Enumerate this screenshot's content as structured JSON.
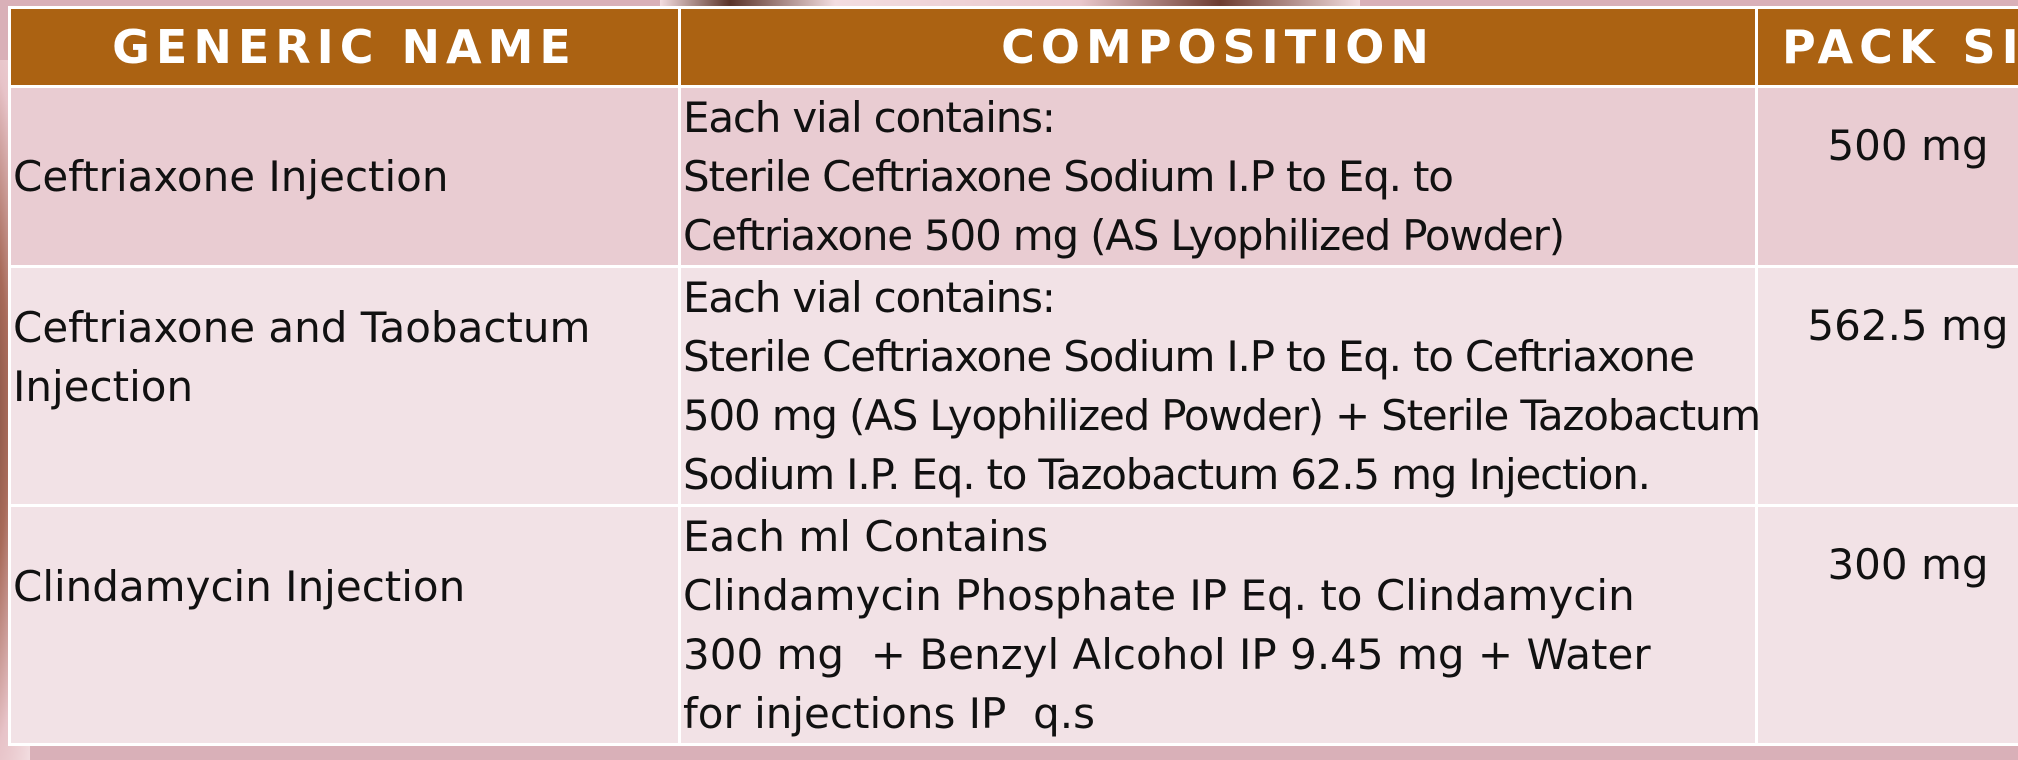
{
  "table": {
    "headers": {
      "generic_name": "GENERIC NAME",
      "composition": "COMPOSITION",
      "pack_size": "PACK SIZE"
    },
    "rows": [
      {
        "generic_name": "Ceftriaxone Injection",
        "composition": [
          "Each vial contains:",
          "Sterile Ceftriaxone Sodium I.P to Eq. to",
          "Ceftriaxone 500 mg (AS Lyophilized Powder)"
        ],
        "pack_size": "500 mg"
      },
      {
        "generic_name": "Ceftriaxone and Taobactum Injection",
        "composition": [
          "Each vial contains:",
          "Sterile Ceftriaxone Sodium I.P to Eq. to Ceftriaxone",
          "500 mg (AS Lyophilized Powder) + Sterile Tazobactum",
          "Sodium I.P. Eq. to Tazobactum 62.5 mg Injection."
        ],
        "pack_size": "562.5 mg"
      },
      {
        "generic_name": "Clindamycin Injection",
        "composition": [
          "Each ml Contains",
          "Clindamycin Phosphate IP Eq. to Clindamycin",
          "300 mg  + Benzyl Alcohol IP 9.45 mg + Water",
          "for injections IP  q.s"
        ],
        "pack_size": "300 mg"
      }
    ]
  }
}
